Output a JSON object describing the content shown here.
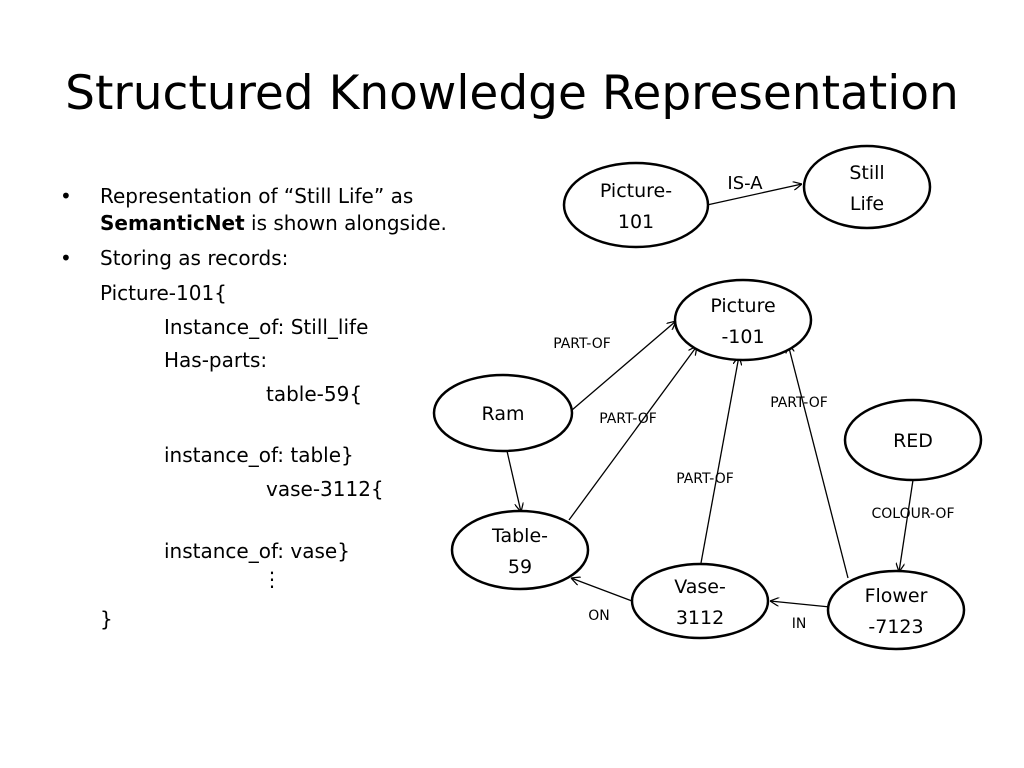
{
  "slide": {
    "title": "Structured Knowledge Representation"
  },
  "content": {
    "bullet1_line1": "Representation of “Still Life” as",
    "bullet1_bold": "SemanticNet",
    "bullet1_rest": " is shown alongside.",
    "bullet2": "Storing as records:",
    "record_lines": [
      "Picture-101{",
      "Instance_of: Still_life",
      "Has-parts:",
      "table-59{",
      "instance_of: table}",
      "vase-3112{",
      "instance_of: vase}",
      "⋮",
      "}"
    ]
  },
  "diagram": {
    "nodes": {
      "picture101_top": [
        "Picture-",
        "101"
      ],
      "still_life": [
        "Still",
        "Life"
      ],
      "picture101": [
        "Picture",
        "-101"
      ],
      "ram": [
        "Ram"
      ],
      "red": [
        "RED"
      ],
      "table59": [
        "Table-",
        "59"
      ],
      "vase3112": [
        "Vase-",
        "3112"
      ],
      "flower7123": [
        "Flower",
        "-7123"
      ]
    },
    "edges": {
      "is_a": "IS-A",
      "ram_partof": "PART-OF",
      "table_partof": "PART-OF",
      "vase_partof": "PART-OF",
      "flower_partof": "PART-OF",
      "colour_of": "COLOUR-OF",
      "on": "ON",
      "in": "IN"
    }
  }
}
